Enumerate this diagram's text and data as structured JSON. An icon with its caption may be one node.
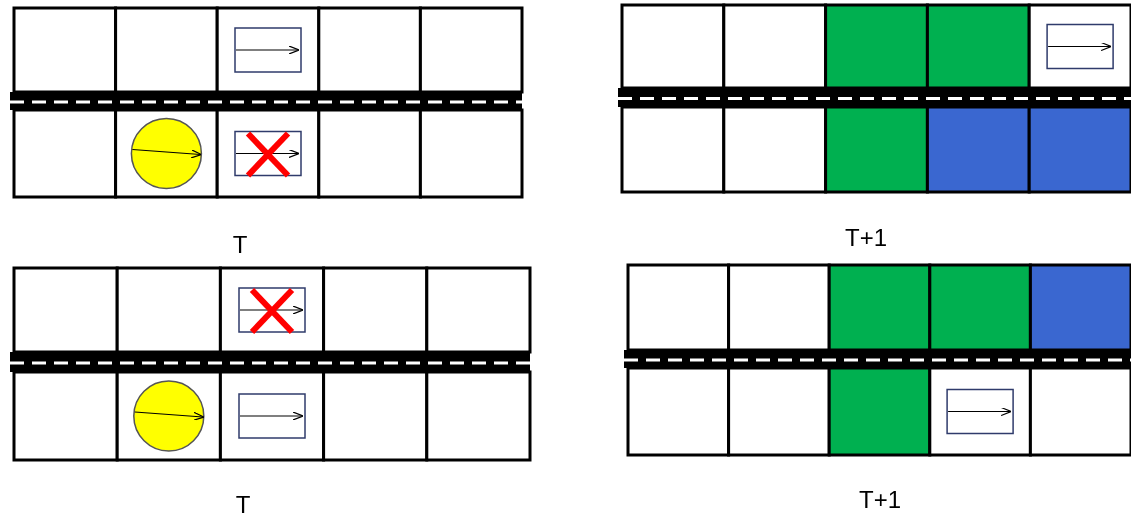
{
  "diagram": {
    "labels": [
      "T",
      "T+1",
      "T",
      "T+1"
    ]
  }
}
